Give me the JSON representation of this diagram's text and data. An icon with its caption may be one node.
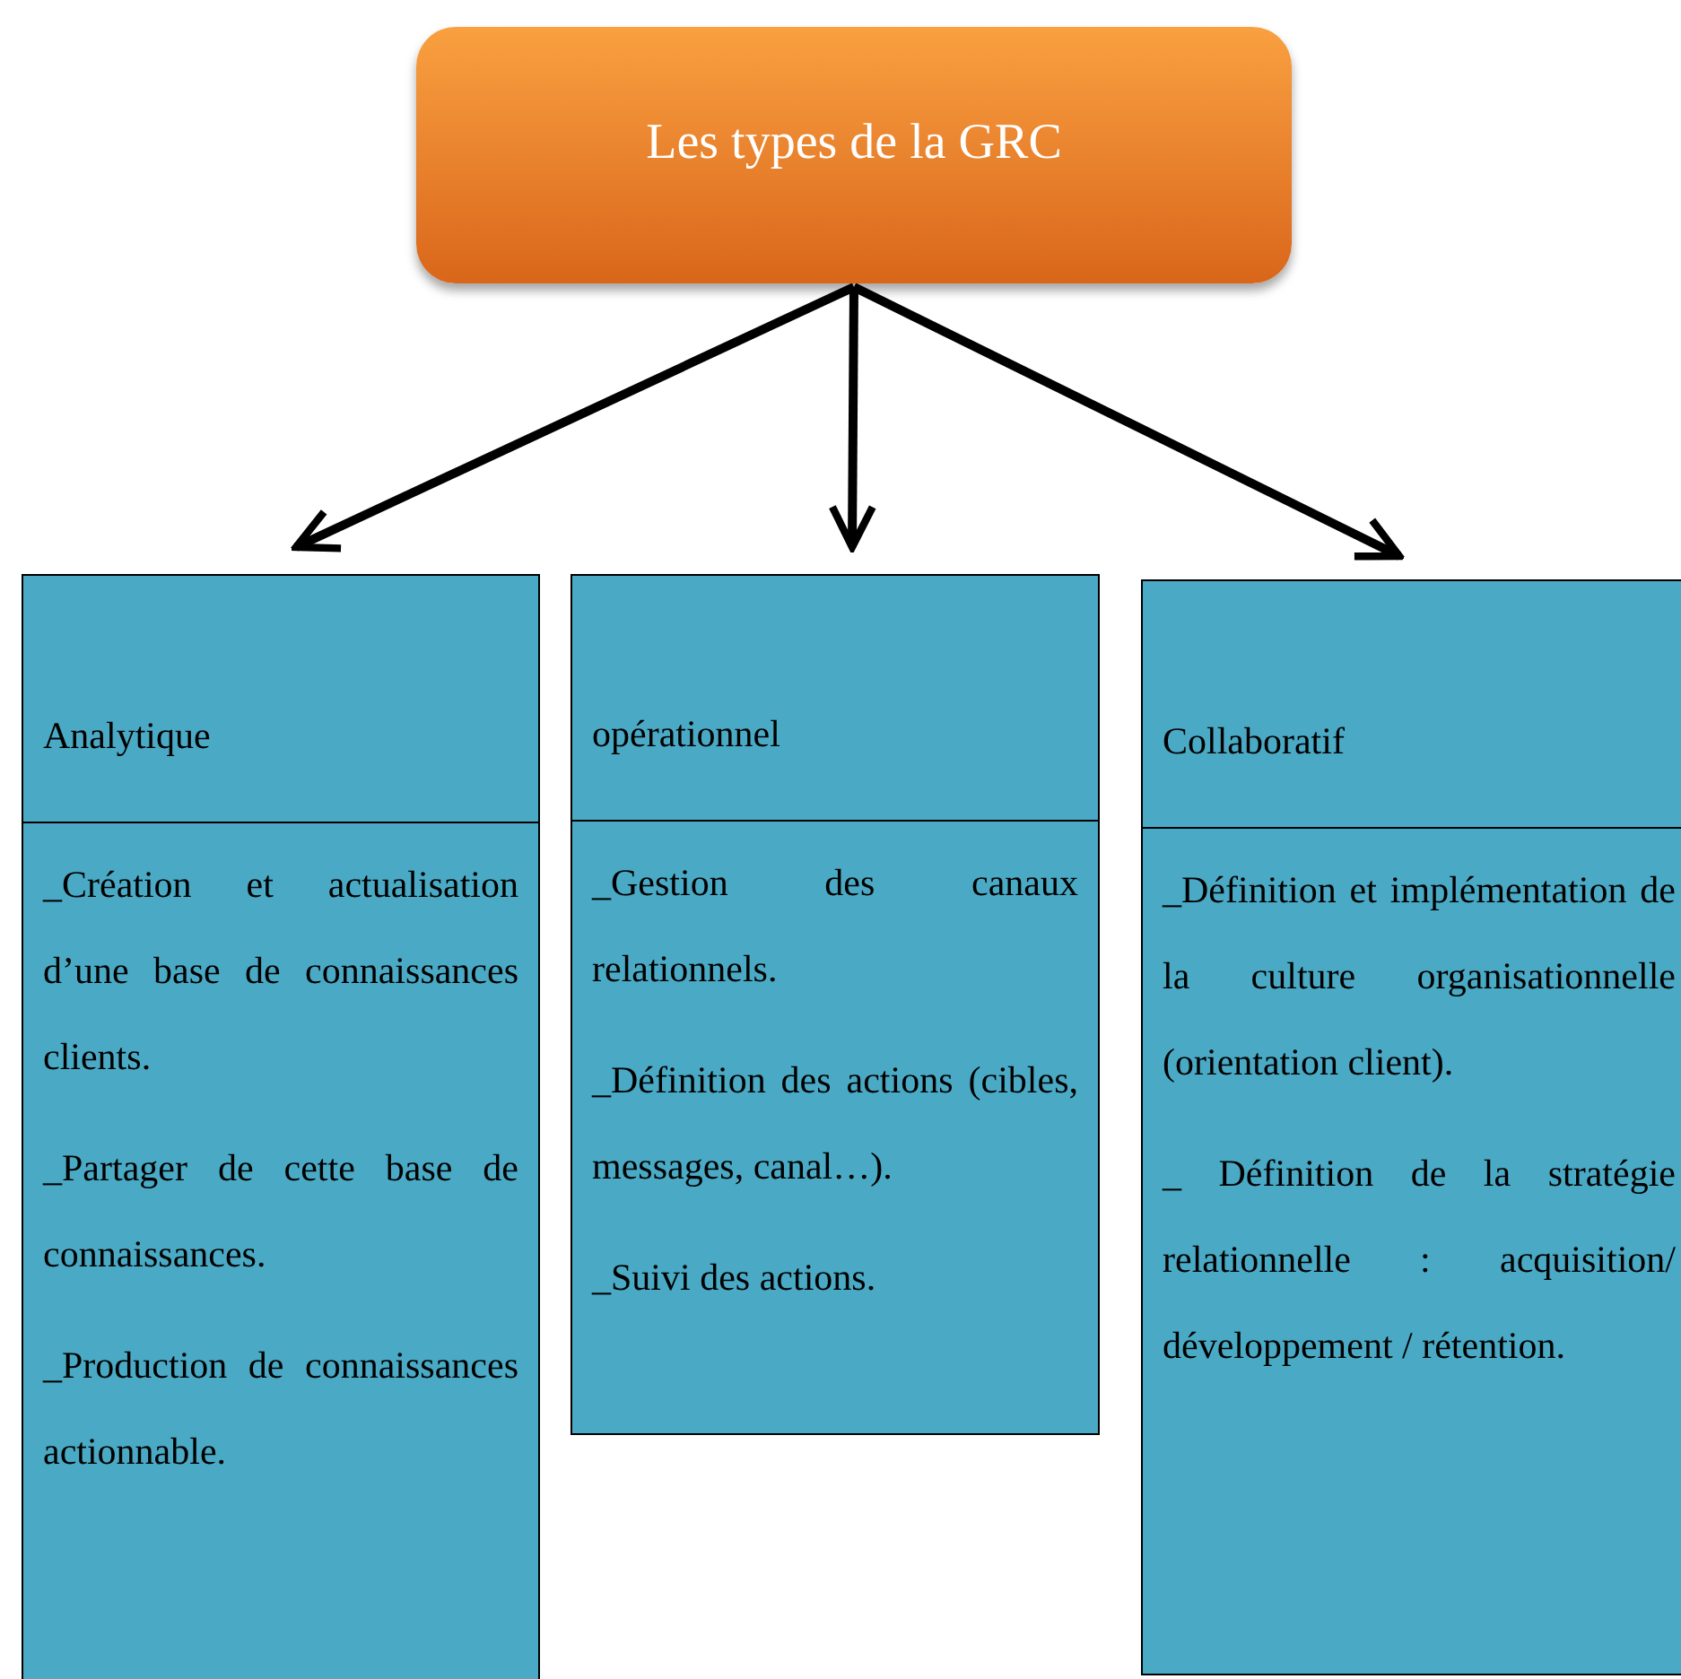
{
  "diagram": {
    "nodes": [
      {
        "text": [
          "Les types de la GRC"
        ]
      },
      {
        "text": [
          "Analytique",
          "_Création et actualisation d’une base de connaissances clients.",
          "_Partager de cette base de connaissances.",
          "_Production de connaissances actionnable."
        ]
      },
      {
        "text": [
          "opérationnel",
          "_Gestion des canaux relationnels.",
          "_Définition des actions (cibles, messages, canal…).",
          "_Suivi des actions."
        ]
      },
      {
        "text": [
          "Collaboratif",
          "_Définition et implémentation de la culture organisationnelle (orientation client).",
          "_ Définition de la stratégie relationnelle : acquisition/ développement / rétention."
        ]
      }
    ],
    "edges": [
      {
        "from": 0,
        "to": 1,
        "arrow": "to"
      },
      {
        "from": 0,
        "to": 2,
        "arrow": "to"
      },
      {
        "from": 0,
        "to": 3,
        "arrow": "to"
      }
    ]
  }
}
